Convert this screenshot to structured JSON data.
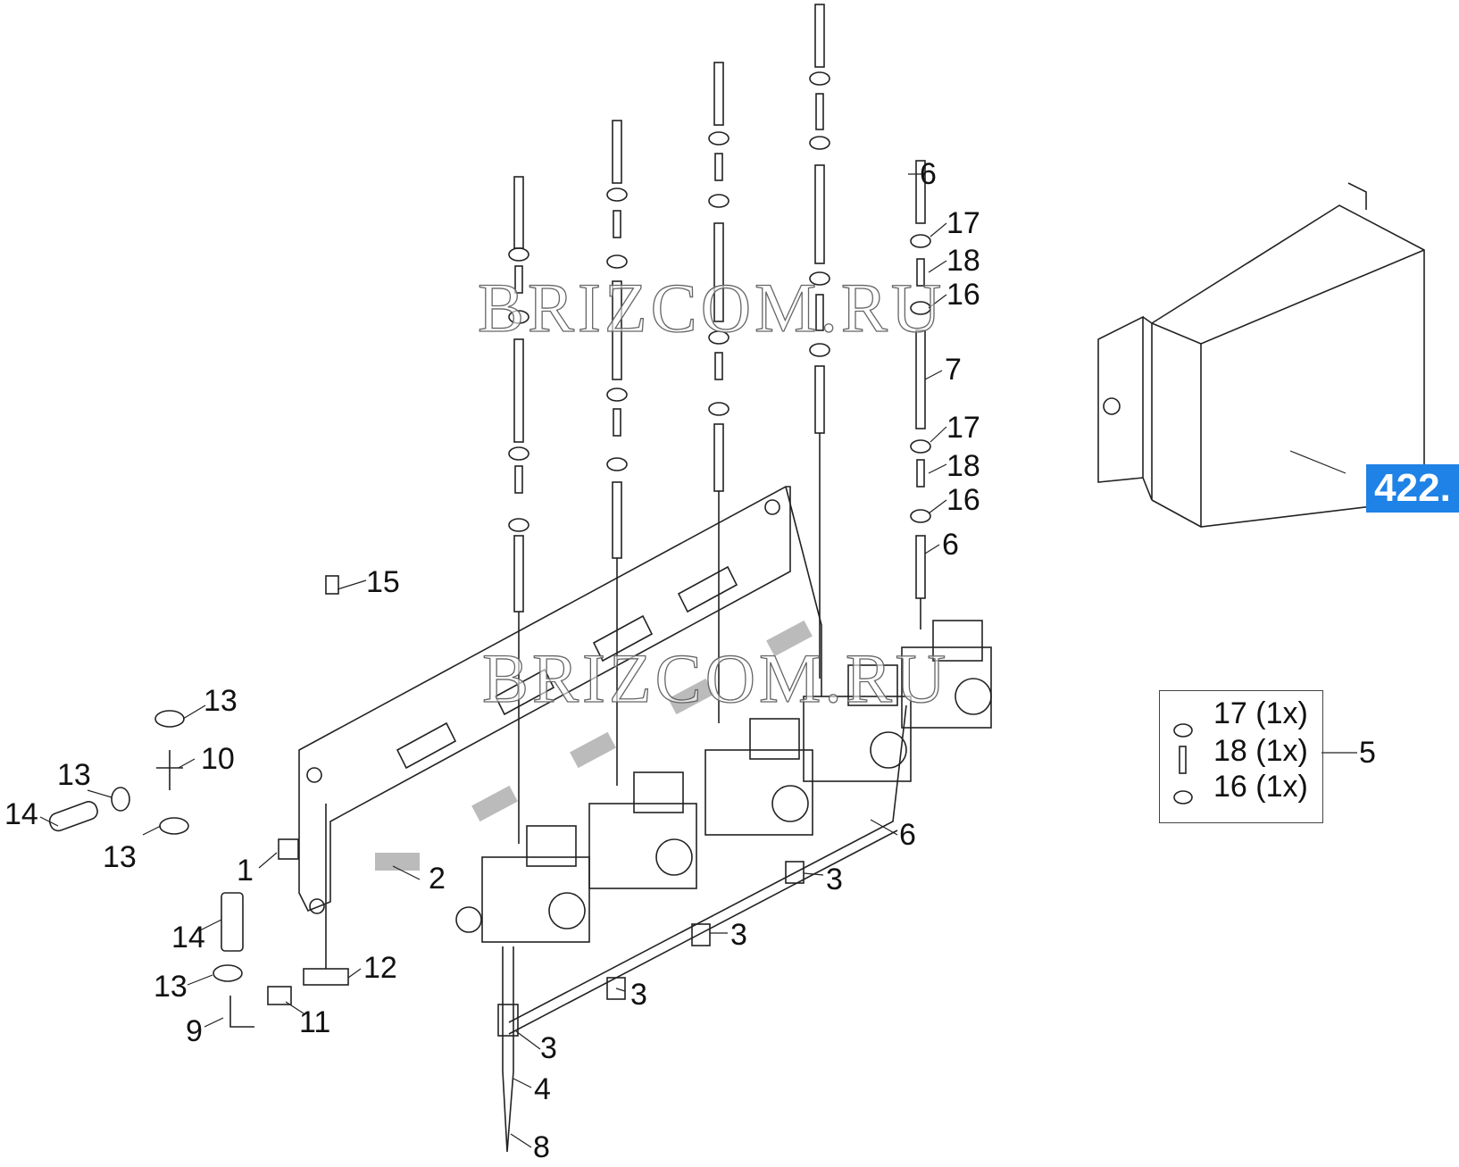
{
  "watermarks": [
    "BRIZCOM.RU",
    "BRIZCOM.RU"
  ],
  "callouts": {
    "c1": "1",
    "c2": "2",
    "c3a": "3",
    "c3b": "3",
    "c3c": "3",
    "c3d": "3",
    "c4": "4",
    "c5": "5",
    "c6a": "6",
    "c6b": "6",
    "c6c": "6",
    "c7": "7",
    "c8": "8",
    "c9": "9",
    "c10": "10",
    "c11": "11",
    "c12": "12",
    "c13a": "13",
    "c13b": "13",
    "c13c": "13",
    "c13d": "13",
    "c14a": "14",
    "c14b": "14",
    "c15": "15",
    "c16a": "16",
    "c16b": "16",
    "c17a": "17",
    "c17b": "17",
    "c18a": "18",
    "c18b": "18"
  },
  "kit": {
    "items": [
      "17 (1x)",
      "18 (1x)",
      "16 (1x)"
    ]
  },
  "reference_badge": "422.",
  "colors": {
    "badge": "#1e82e6",
    "line": "#222222"
  }
}
